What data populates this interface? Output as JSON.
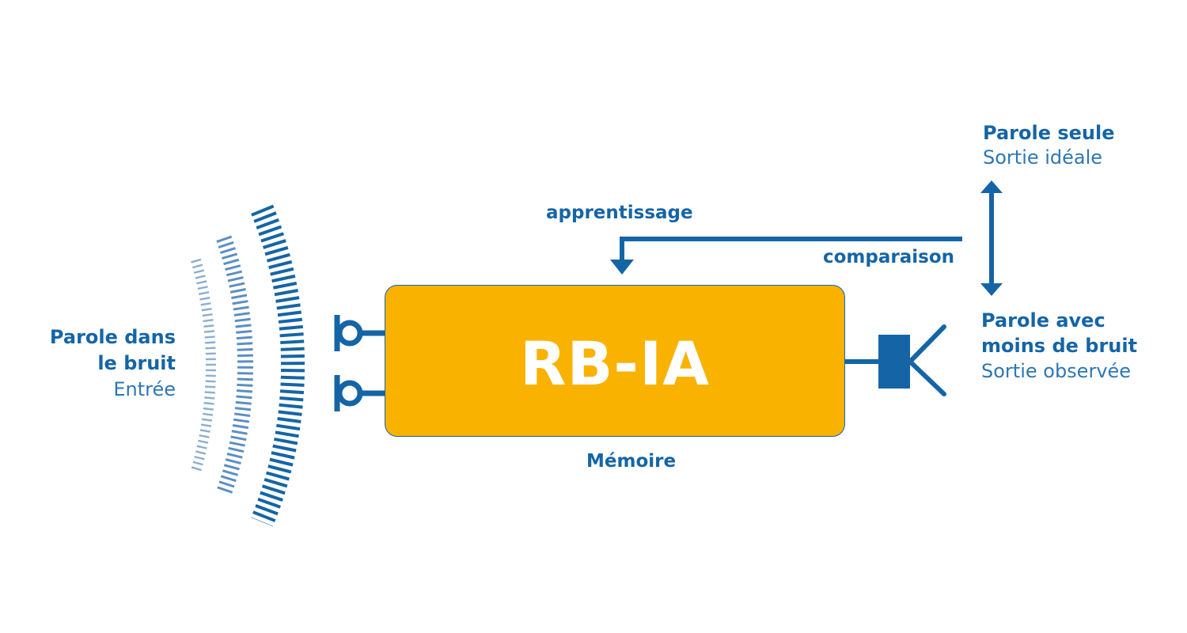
{
  "input": {
    "title_line1": "Parole dans",
    "title_line2": "le bruit",
    "subtitle": "Entrée"
  },
  "ideal_output": {
    "title": "Parole seule",
    "subtitle": "Sortie idéale"
  },
  "observed_output": {
    "title_line1": "Parole avec",
    "title_line2": "moins de bruit",
    "subtitle": "Sortie observée"
  },
  "device": {
    "title": "RB-IA",
    "memory_label": "Mémoire"
  },
  "learning_label": "apprentissage",
  "comparison_label": "comparaison",
  "colors": {
    "primary_blue": "#1565a6",
    "light_blue": "#8fb0d0",
    "mid_blue": "#5d8fc2",
    "device_fill": "#f9b200"
  },
  "icons": [
    "sound-wave-icon",
    "microphone-icon",
    "speaker-icon",
    "arrow-down-icon",
    "double-arrow-icon"
  ]
}
